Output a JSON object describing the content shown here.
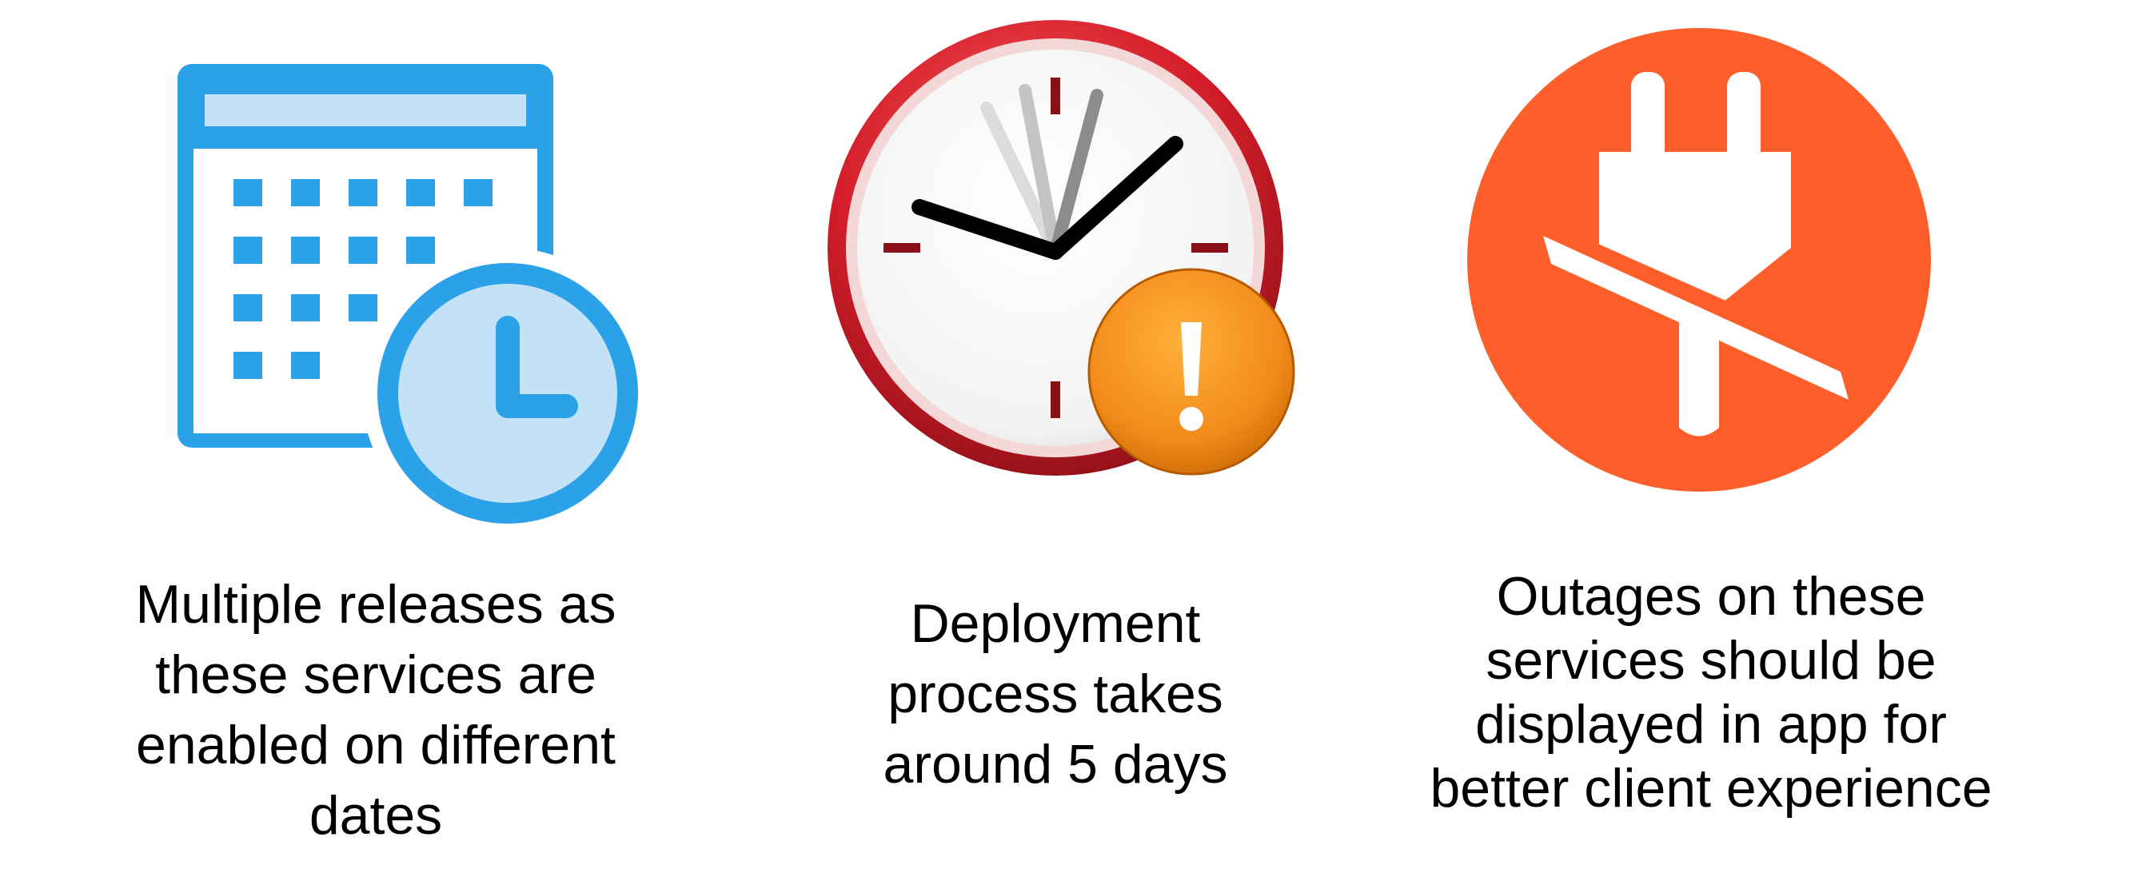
{
  "columns": [
    {
      "icon": "calendar-clock-icon",
      "caption": "Multiple releases as\nthese services are\nenabled on different\ndates"
    },
    {
      "icon": "clock-warning-icon",
      "caption": "Deployment\nprocess takes\naround 5 days"
    },
    {
      "icon": "unplugged-icon",
      "caption": "Outages on these\nservices should be\ndisplayed in app for\nbetter client experience"
    }
  ],
  "colors": {
    "calendar_blue": "#2ba1e8",
    "calendar_light": "#c3e2f8",
    "clock_red": "#d41e2a",
    "warning_orange": "#f28a1a",
    "outage_orange": "#fd5e2a",
    "text": "#000000"
  }
}
